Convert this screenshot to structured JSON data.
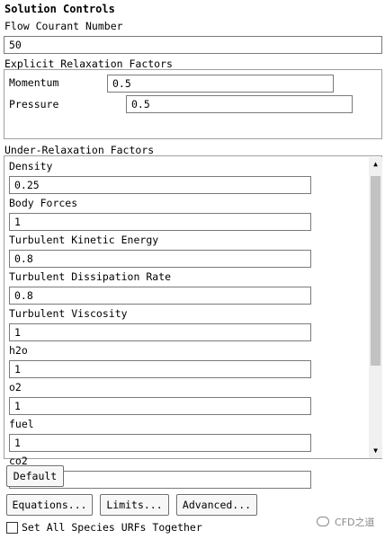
{
  "panel": {
    "title": "Solution Controls",
    "courant": {
      "label": "Flow Courant Number",
      "value": "50"
    },
    "explicit": {
      "label": "Explicit Relaxation Factors",
      "momentum": {
        "label": "Momentum",
        "value": "0.5"
      },
      "pressure": {
        "label": "Pressure",
        "value": "0.5"
      }
    },
    "under_relaxation": {
      "label": "Under-Relaxation Factors",
      "items": [
        {
          "label": "Density",
          "value": "0.25"
        },
        {
          "label": "Body Forces",
          "value": "1"
        },
        {
          "label": "Turbulent Kinetic Energy",
          "value": "0.8"
        },
        {
          "label": "Turbulent Dissipation Rate",
          "value": "0.8"
        },
        {
          "label": "Turbulent Viscosity",
          "value": "1"
        },
        {
          "label": "h2o",
          "value": "1"
        },
        {
          "label": "o2",
          "value": "1"
        },
        {
          "label": "fuel",
          "value": "1"
        },
        {
          "label": "co2",
          "value": ""
        }
      ]
    },
    "buttons": {
      "default": "Default",
      "equations": "Equations...",
      "limits": "Limits...",
      "advanced": "Advanced..."
    },
    "checkbox": {
      "label": "Set All Species URFs Together",
      "checked": false
    },
    "watermark": "CFD之道"
  }
}
